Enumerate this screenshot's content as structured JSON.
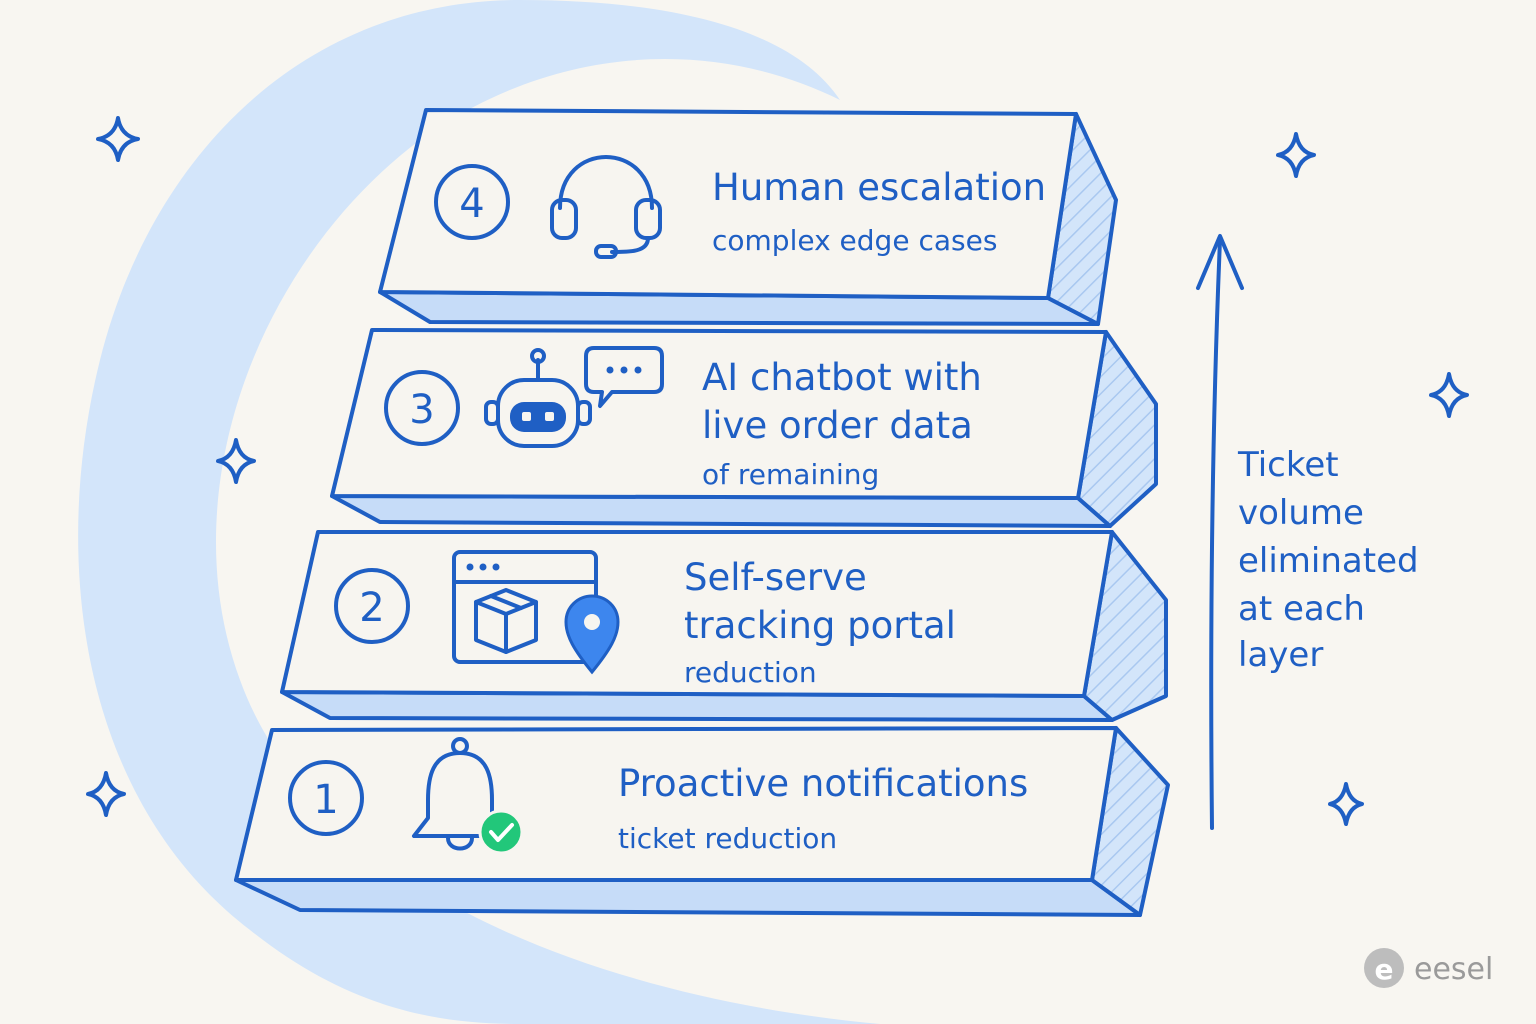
{
  "colors": {
    "ink": "#1f5fc4",
    "accent": "#3d86ee",
    "light_blue": "#d3e5fa",
    "block_face": "#f7f5f0",
    "background": "#f8f6f1",
    "check_green": "#22c77a",
    "brand_gray": "#9a9a9a"
  },
  "layers": [
    {
      "number": "4",
      "title_lines": [
        "Human escalation"
      ],
      "subtitle": "complex edge cases",
      "icon": "headset-icon"
    },
    {
      "number": "3",
      "title_lines": [
        "AI chatbot with",
        "live order data"
      ],
      "subtitle": "of remaining",
      "icon": "chatbot-icon"
    },
    {
      "number": "2",
      "title_lines": [
        "Self-serve",
        "tracking portal"
      ],
      "subtitle": "reduction",
      "icon": "tracking-portal-icon"
    },
    {
      "number": "1",
      "title_lines": [
        "Proactive notifications"
      ],
      "subtitle": "ticket reduction",
      "icon": "bell-check-icon"
    }
  ],
  "arrow_label_lines": [
    "Ticket",
    "volume",
    "eliminated",
    "at each",
    "layer"
  ],
  "brand": {
    "name": "eesel",
    "logo_letter": "e"
  }
}
